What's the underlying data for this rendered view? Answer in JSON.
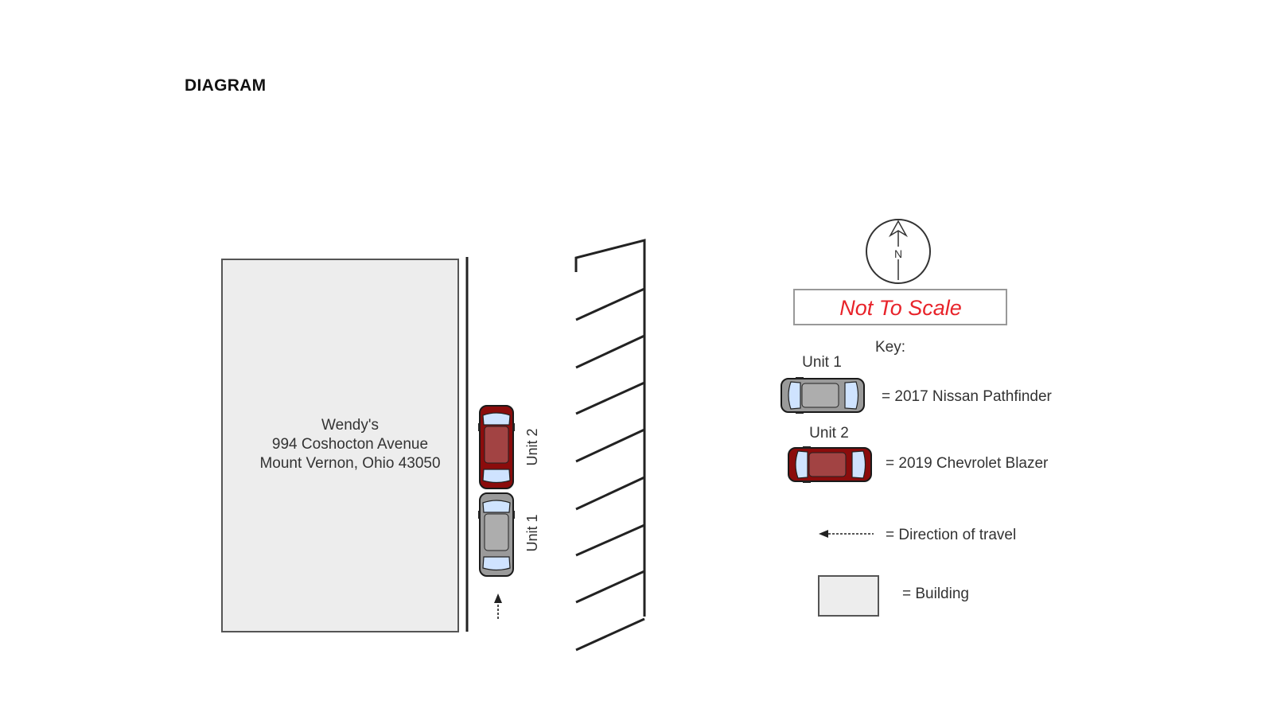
{
  "heading": "DIAGRAM",
  "building": {
    "name": "Wendy's",
    "address_line1": "994 Coshocton Avenue",
    "address_line2": "Mount Vernon, Ohio 43050"
  },
  "vehicles": {
    "unit2_label": "Unit 2",
    "unit1_label": "Unit 1"
  },
  "compass": {
    "letter": "N"
  },
  "scale_note": "Not To Scale",
  "key": {
    "title": "Key:",
    "unit1_label": "Unit 1",
    "unit1_desc": "= 2017 Nissan Pathfinder",
    "unit2_label": "Unit 2",
    "unit2_desc": "= 2019 Chevrolet Blazer",
    "direction_desc": "= Direction of travel",
    "building_desc": "= Building"
  },
  "colors": {
    "unit1_body": "#9a9a9a",
    "unit2_body": "#8b0c0c",
    "building_fill": "#ededed",
    "scale_text": "#e8232a"
  },
  "icons": [
    "compass-north-icon",
    "arrow-up-icon",
    "arrow-left-dotted-icon"
  ]
}
